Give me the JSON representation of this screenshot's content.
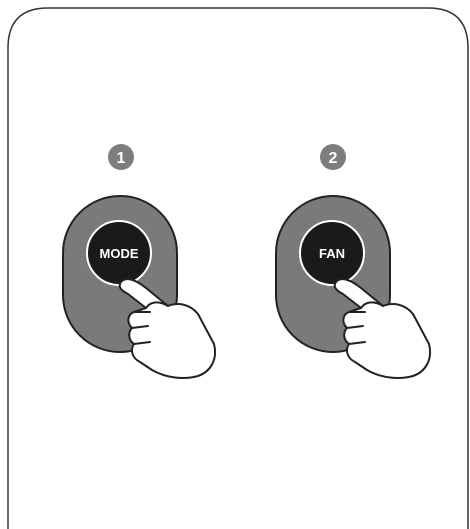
{
  "steps": [
    {
      "number": "1",
      "button_label": "MODE",
      "icon": "hand-pointer-icon"
    },
    {
      "number": "2",
      "button_label": "FAN",
      "icon": "hand-pointer-icon"
    }
  ],
  "colors": {
    "panel_stroke": "#333333",
    "badge_fill": "#7d7d7d",
    "button_housing": "#7a7a7a",
    "button_face": "#1a1a1a",
    "text_on_dark": "#ffffff"
  }
}
